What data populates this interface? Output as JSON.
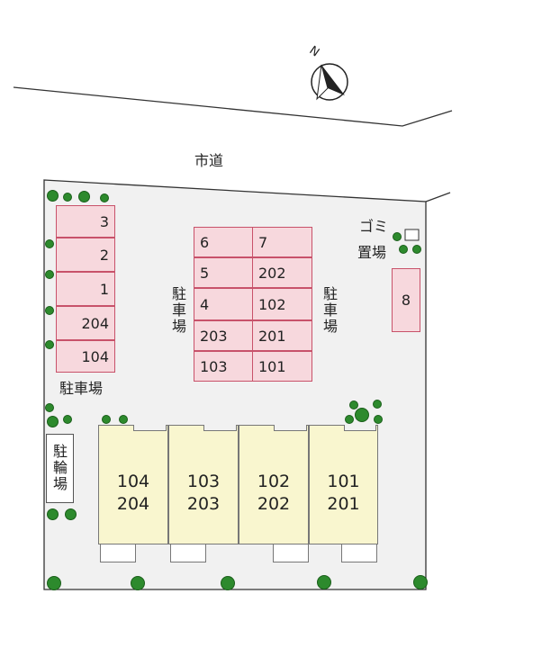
{
  "map": {
    "compass_letter": "N",
    "road_label": "市道",
    "garbage_label_line1": "ゴミ",
    "garbage_label_line2": "置場",
    "parking_left_label": "駐車場",
    "parking_center_left_label": "駐\n車\n場",
    "parking_center_right_label": "駐\n車\n場",
    "bicycle_label": "駐\n輪\n場"
  },
  "parking": {
    "left_column": [
      "3",
      "2",
      "1",
      "204",
      "104"
    ],
    "center_left_column": [
      "6",
      "5",
      "4",
      "203",
      "103"
    ],
    "center_right_column": [
      "7",
      "202",
      "102",
      "201",
      "101"
    ],
    "right_single": "8"
  },
  "buildings": [
    {
      "top": "104",
      "bottom": "204"
    },
    {
      "top": "103",
      "bottom": "203"
    },
    {
      "top": "102",
      "bottom": "202"
    },
    {
      "top": "101",
      "bottom": "201"
    }
  ],
  "colors": {
    "parking_fill": "#f7d8dd",
    "parking_border": "#c8526a",
    "building_fill": "#f9f6cf",
    "site_fill": "#f1f1f1",
    "tree": "#2d8a2d"
  }
}
